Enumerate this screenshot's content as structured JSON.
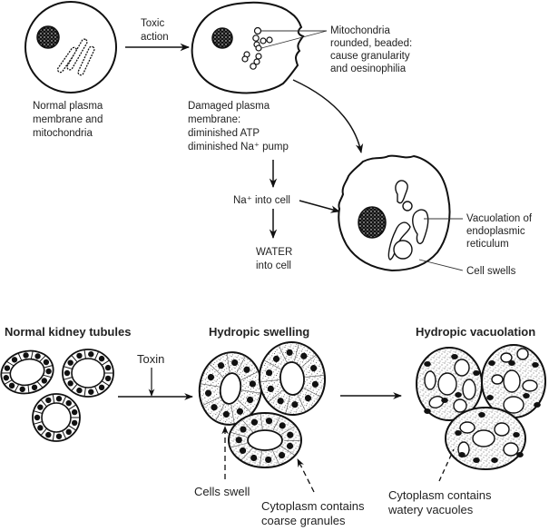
{
  "top_panel": {
    "normal_cell": {
      "caption": [
        "Normal plasma",
        "membrane and",
        "mitochondria"
      ]
    },
    "toxic_arrow_label": [
      "Toxic",
      "action"
    ],
    "damaged_cell": {
      "caption": [
        "Damaged plasma",
        "membrane:",
        "diminished ATP",
        "diminished Na⁺ pump"
      ],
      "callout": [
        "Mitochondria",
        "rounded, beaded:",
        "cause granularity",
        "and oesinophilia"
      ]
    },
    "flow": {
      "na_label": "Na⁺ into cell",
      "water_label": [
        "WATER",
        "into cell"
      ]
    },
    "swollen_cell": {
      "callout_er": [
        "Vacuolation of",
        "endoplasmic",
        "reticulum"
      ],
      "callout_swell": "Cell swells"
    }
  },
  "bottom_panel": {
    "normal": {
      "title": "Normal kidney tubules"
    },
    "toxin_label": "Toxin",
    "swelling": {
      "title": "Hydropic swelling",
      "callout_swell": "Cells swell",
      "callout_granules": [
        "Cytoplasm contains",
        "coarse granules"
      ]
    },
    "vacuolation": {
      "title": "Hydropic vacuolation",
      "callout_vacuoles": [
        "Cytoplasm contains",
        "watery vacuoles"
      ]
    }
  },
  "colors": {
    "ink": "#111111",
    "text": "#222222",
    "background": "#ffffff"
  }
}
